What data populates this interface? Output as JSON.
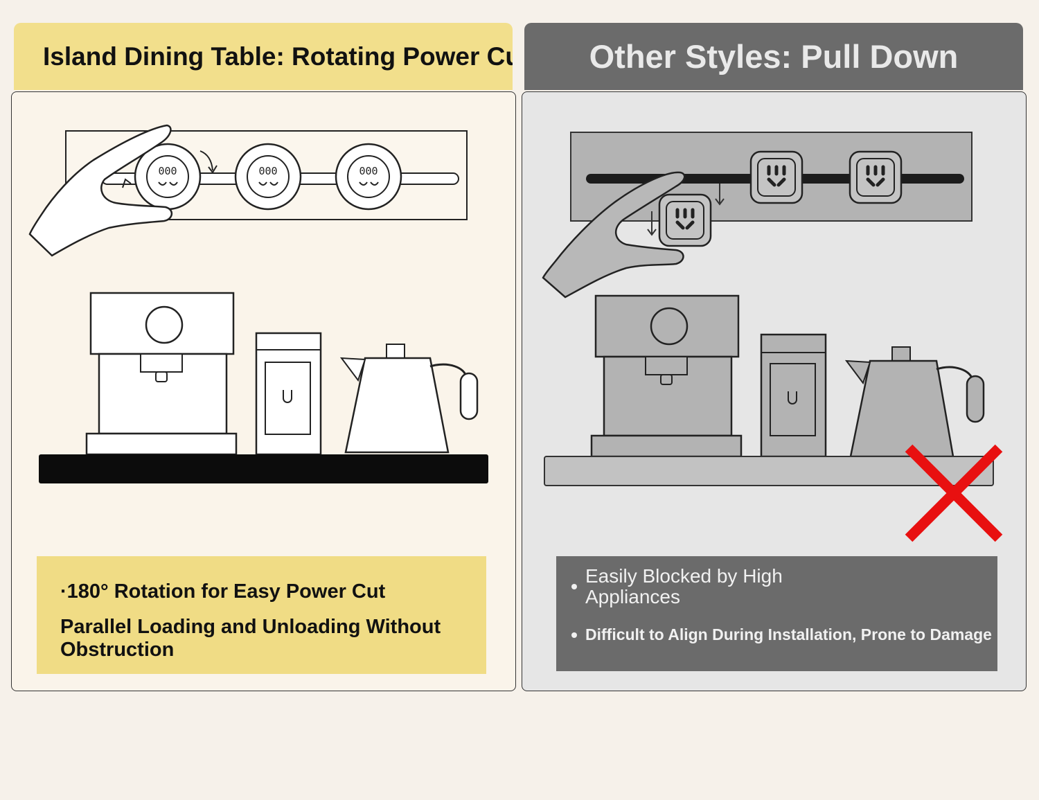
{
  "left_header": {
    "title": "Island Dining Table: Rotating Power Cut"
  },
  "right_header": {
    "title": "Other Styles: Pull Down"
  },
  "left_panel": {
    "feature_1": "·180° Rotation for Easy Power Cut",
    "feature_2": "Parallel Loading and Unloading Without Obstruction"
  },
  "right_panel": {
    "issue_1": "Easily Blocked by High Appliances",
    "issue_2": "Difficult to Align During Installation, Prone to Damage",
    "cross_color": "#e81010"
  },
  "colors": {
    "left_header_bg": "#f2df8c",
    "right_header_bg": "#6b6b6b",
    "left_panel_bg": "#faf4ea",
    "right_panel_bg": "#e6e6e6"
  },
  "icons": [
    "hand-icon",
    "rotating-socket-icon",
    "pull-down-socket-icon",
    "coffee-machine-icon",
    "water-dispenser-icon",
    "kettle-icon",
    "red-cross-icon"
  ]
}
